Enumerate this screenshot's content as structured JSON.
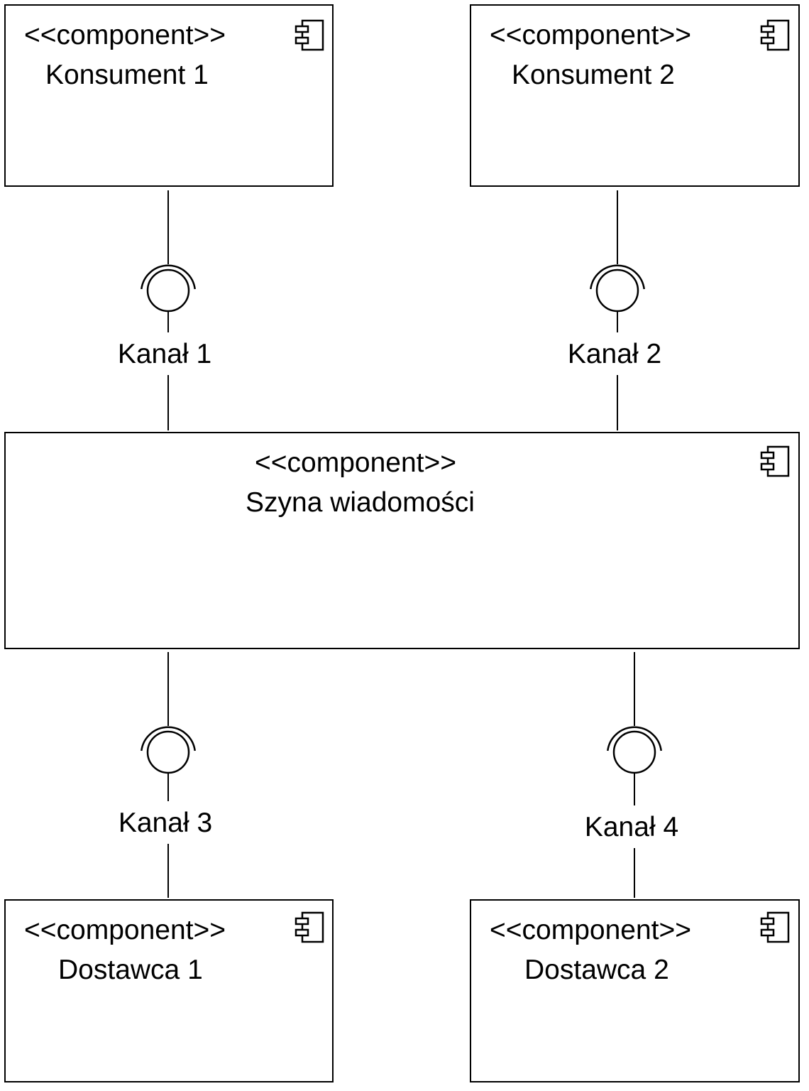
{
  "components": {
    "consumer1": {
      "stereotype": "<<component>>",
      "name": "Konsument 1"
    },
    "consumer2": {
      "stereotype": "<<component>>",
      "name": "Konsument 2"
    },
    "bus": {
      "stereotype": "<<component>>",
      "name": "Szyna wiadomości"
    },
    "supplier1": {
      "stereotype": "<<component>>",
      "name": "Dostawca 1"
    },
    "supplier2": {
      "stereotype": "<<component>>",
      "name": "Dostawca 2"
    }
  },
  "channels": {
    "channel1": "Kanał 1",
    "channel2": "Kanał 2",
    "channel3": "Kanał 3",
    "channel4": "Kanał 4"
  },
  "icons": {
    "component": "uml-component-icon",
    "interface": "ball-and-socket-icon"
  }
}
